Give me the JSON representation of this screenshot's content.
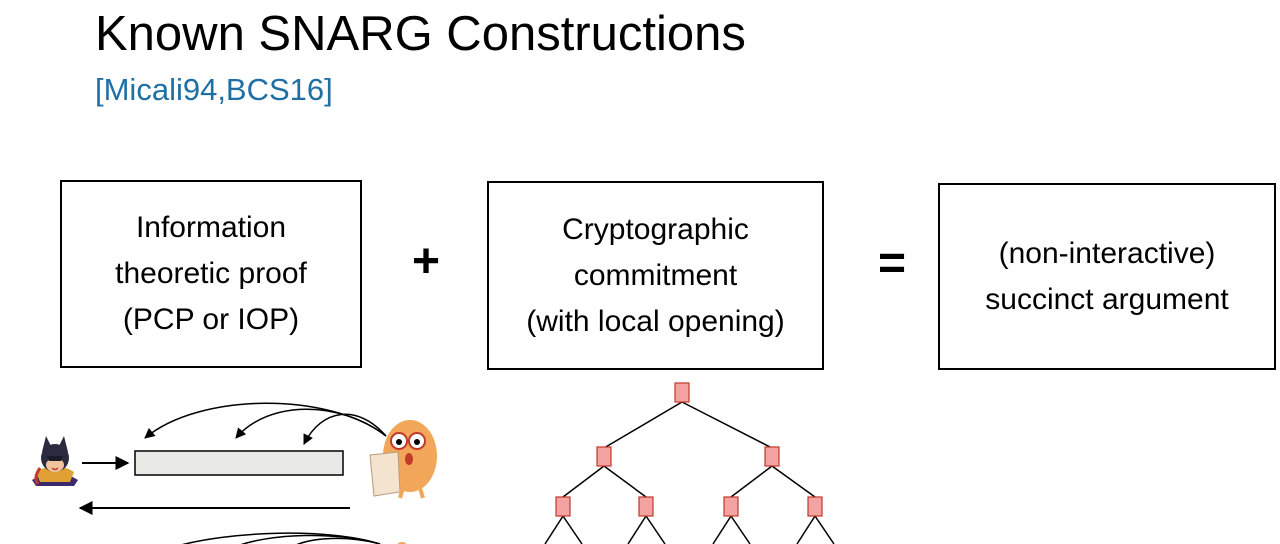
{
  "slide": {
    "title": "Known SNARG Constructions",
    "citation": "[Micali94,BCS16]"
  },
  "boxes": {
    "proof": {
      "line1": "Information",
      "line2": "theoretic proof",
      "line3": "(PCP or IOP)"
    },
    "commitment": {
      "line1": "Cryptographic",
      "line2": "commitment",
      "line3": "(with local opening)"
    },
    "result": {
      "line1": "(non-interactive)",
      "line2": "succinct argument"
    }
  },
  "operators": {
    "plus": "+",
    "equals": "="
  },
  "icons": {
    "prover": "masked-hero-icon",
    "verifier": "bean-character-icon",
    "tree": "merkle-tree-icon"
  },
  "colors": {
    "citation": "#1f6fa5",
    "tree_node_fill": "#f4a3a3",
    "tree_node_stroke": "#c0392b",
    "proof_string_fill": "#e9e9e6"
  }
}
